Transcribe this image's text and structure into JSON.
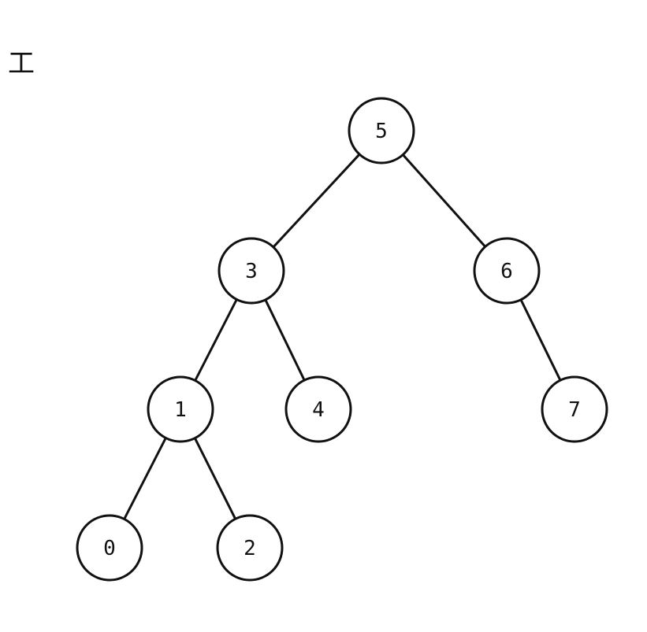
{
  "corner_mark": "工",
  "colors": {
    "stroke": "#111111",
    "node_fill": "#ffffff",
    "background": "#ffffff"
  },
  "tree": {
    "nodes": [
      {
        "id": "n5",
        "label": "5"
      },
      {
        "id": "n3",
        "label": "3"
      },
      {
        "id": "n6",
        "label": "6"
      },
      {
        "id": "n1",
        "label": "1"
      },
      {
        "id": "n4",
        "label": "4"
      },
      {
        "id": "n7",
        "label": "7"
      },
      {
        "id": "n0",
        "label": "0"
      },
      {
        "id": "n2",
        "label": "2"
      }
    ],
    "edges": [
      {
        "from": "n5",
        "to": "n3"
      },
      {
        "from": "n5",
        "to": "n6"
      },
      {
        "from": "n3",
        "to": "n1"
      },
      {
        "from": "n3",
        "to": "n4"
      },
      {
        "from": "n6",
        "to": "n7"
      },
      {
        "from": "n1",
        "to": "n0"
      },
      {
        "from": "n1",
        "to": "n2"
      }
    ]
  }
}
